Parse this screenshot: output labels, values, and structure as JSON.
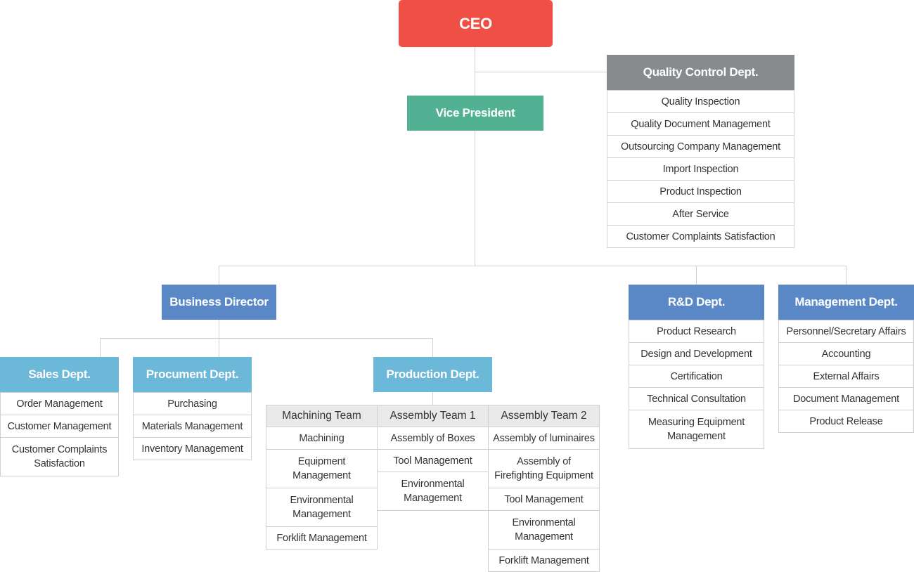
{
  "ceo": "CEO",
  "vice_president": "Vice President",
  "quality_control": {
    "title": "Quality Control Dept.",
    "items": [
      "Quality Inspection",
      "Quality Document Management",
      "Outsourcing Company Management",
      "Import Inspection",
      "Product Inspection",
      "After Service",
      "Customer Complaints Satisfaction"
    ]
  },
  "business_director": "Business Director",
  "rd": {
    "title": "R&D Dept.",
    "items": [
      "Product Research",
      "Design and Development",
      "Certification",
      "Technical Consultation",
      "Measuring Equipment Management"
    ]
  },
  "management": {
    "title": "Management Dept.",
    "items": [
      "Personnel/Secretary Affairs",
      "Accounting",
      "External Affairs",
      "Document Management",
      "Product Release"
    ]
  },
  "sales": {
    "title": "Sales Dept.",
    "items": [
      "Order Management",
      "Customer Management",
      "Customer Complaints Satisfaction"
    ]
  },
  "procurement": {
    "title": "Procument Dept.",
    "items": [
      "Purchasing",
      "Materials Management",
      "Inventory Management"
    ]
  },
  "production": {
    "title": "Production Dept.",
    "teams": [
      {
        "name": "Machining Team",
        "items": [
          "Machining",
          "Equipment Management",
          "Environmental Management",
          "Forklift Management"
        ]
      },
      {
        "name": "Assembly Team 1",
        "items": [
          "Assembly of Boxes",
          "Tool Management",
          "Environmental Management"
        ]
      },
      {
        "name": "Assembly Team 2",
        "items": [
          "Assembly of luminaires",
          "Assembly of Firefighting Equipment",
          "Tool Management",
          "Environmental Management",
          "Forklift Management"
        ]
      }
    ]
  },
  "colors": {
    "ceo": "#ef4f45",
    "vice_president": "#52b192",
    "quality_control": "#888b8e",
    "director_dept": "#5a87c6",
    "sub_dept": "#6cb8d8",
    "connector": "#d0d0d0"
  }
}
